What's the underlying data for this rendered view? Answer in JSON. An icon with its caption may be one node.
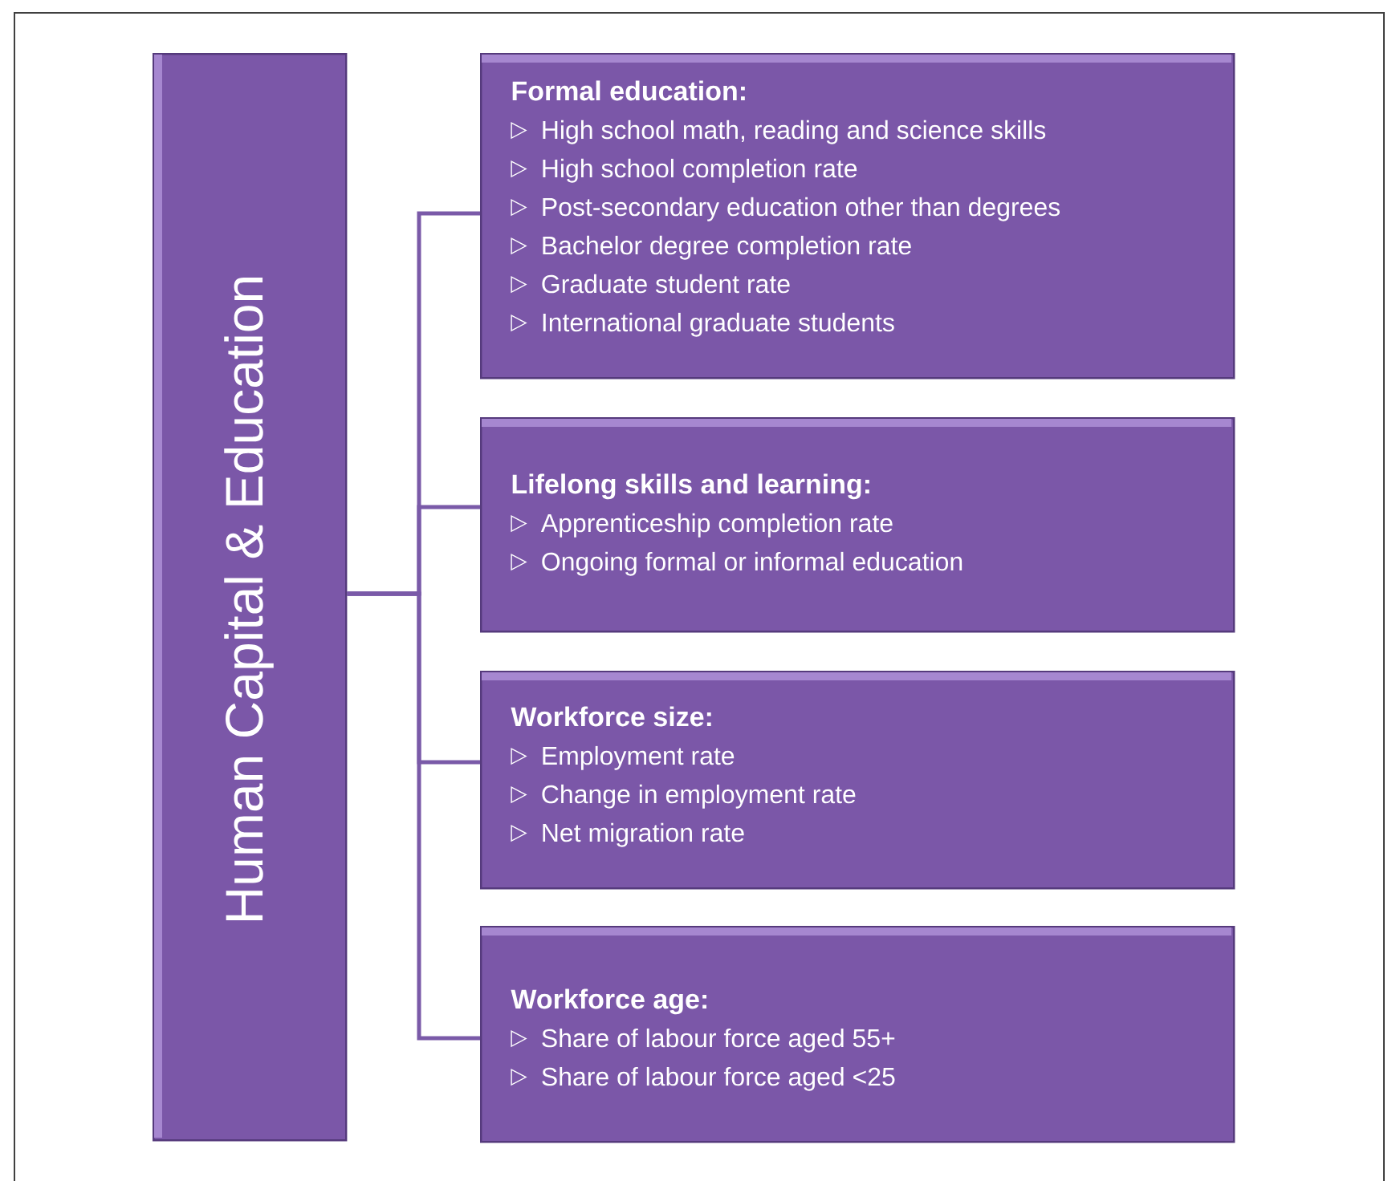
{
  "diagram": {
    "nodes": [
      {
        "text": [
          "Human Capital & Education"
        ]
      },
      {
        "text": [
          "Formal education:",
          "High school math, reading and science skills",
          "High school completion rate",
          "Post-secondary education other than degrees",
          "Bachelor degree completion rate",
          "Graduate student rate",
          "International graduate students"
        ]
      },
      {
        "text": [
          "Lifelong skills and learning:",
          "Apprenticeship completion rate",
          "Ongoing formal or informal education"
        ]
      },
      {
        "text": [
          "Workforce size:",
          "Employment rate",
          "Change in employment rate",
          "Net migration rate"
        ]
      },
      {
        "text": [
          "Workforce age:",
          "Share of labour force aged 55+",
          "Share of labour force aged <25"
        ]
      }
    ],
    "edges": [
      {
        "from": 0,
        "to": 1,
        "arrow": "none"
      },
      {
        "from": 0,
        "to": 2,
        "arrow": "none"
      },
      {
        "from": 0,
        "to": 3,
        "arrow": "none"
      },
      {
        "from": 0,
        "to": 4,
        "arrow": "none"
      }
    ]
  }
}
